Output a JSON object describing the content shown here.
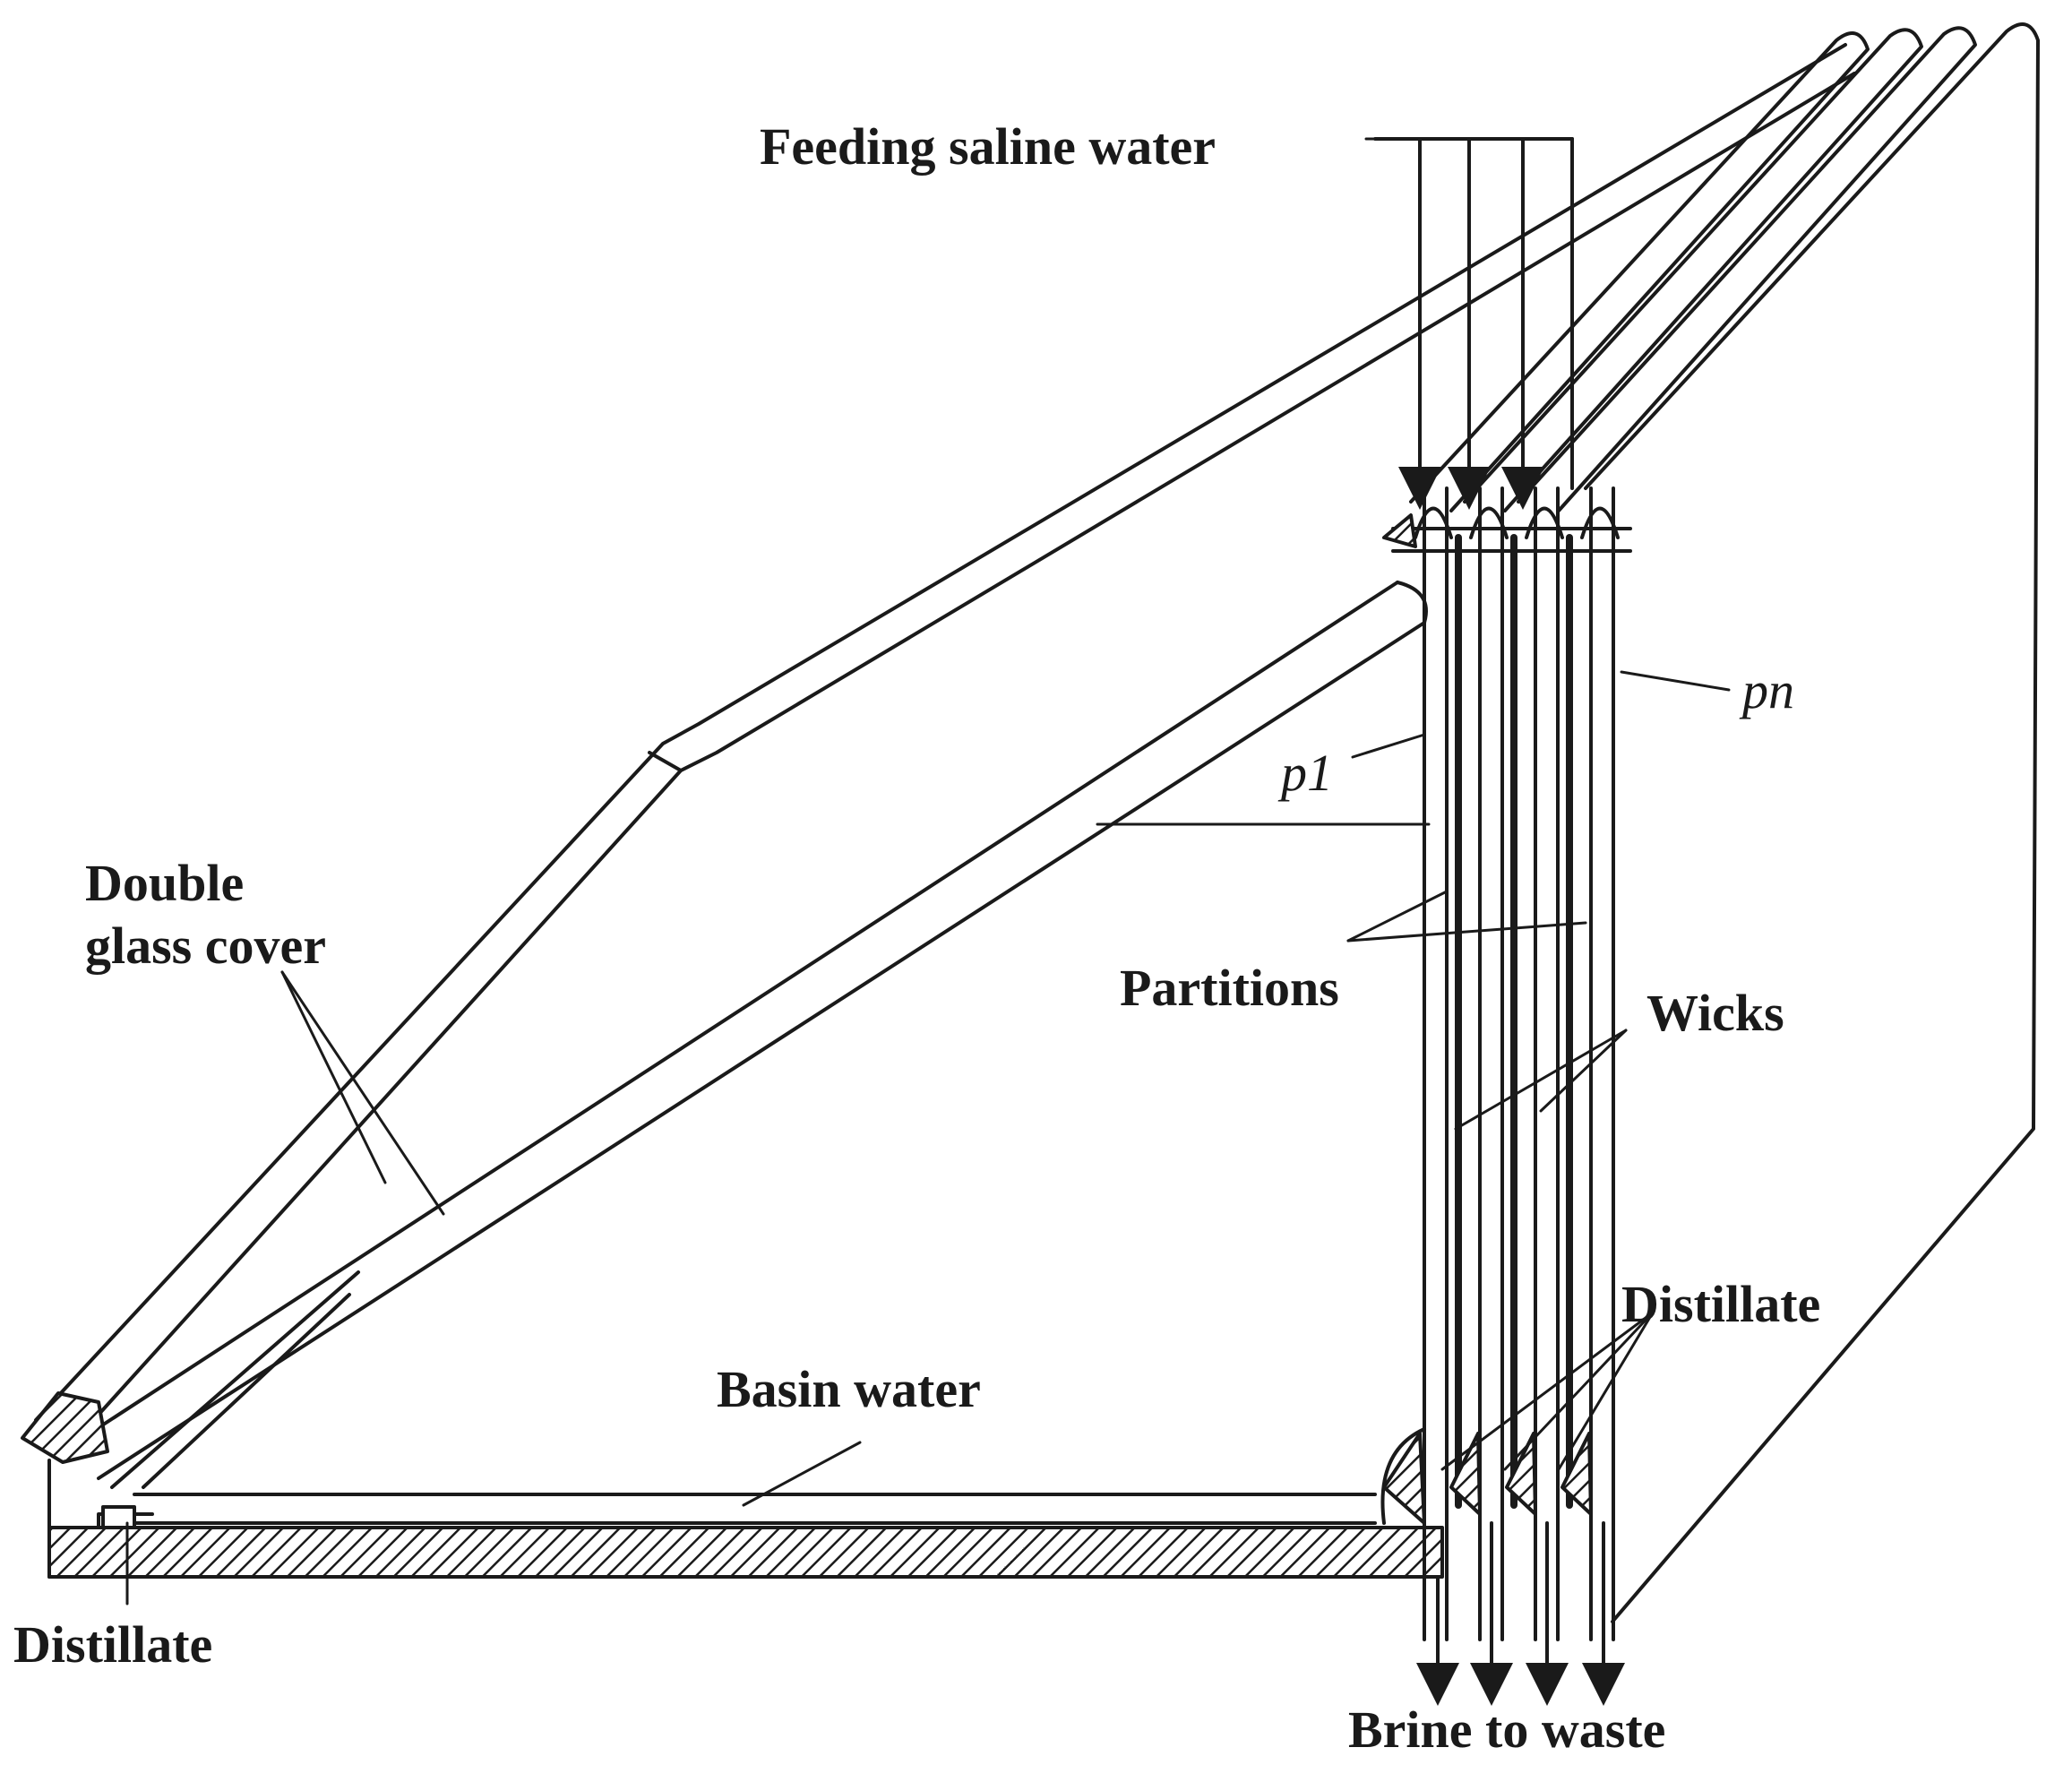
{
  "labels": {
    "feeding": "Feeding saline water",
    "double_line1": "Double",
    "double_line2": "glass cover",
    "p1": "p1",
    "pn": "pn",
    "partitions": "Partitions",
    "wicks": "Wicks",
    "distillate_right": "Distillate",
    "basin_water": "Basin water",
    "distillate_left": "Distillate",
    "brine": "Brine to waste"
  },
  "colors": {
    "line": "#1a1a1a",
    "background": "#ffffff"
  }
}
